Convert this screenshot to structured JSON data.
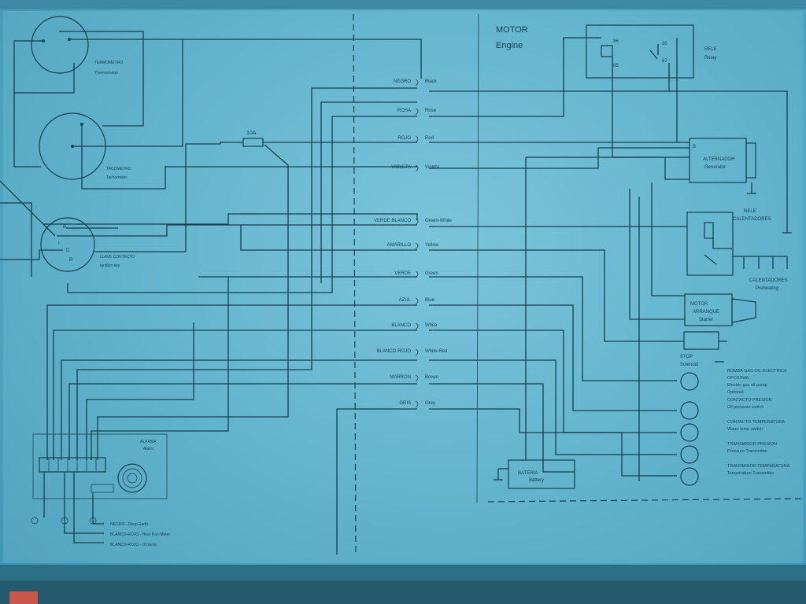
{
  "engine": {
    "title_es": "MOTOR",
    "title_en": "Engine"
  },
  "fuse_label": "10A",
  "relay": {
    "label_es": "RELE",
    "label_en": "Relay",
    "pins": [
      "86",
      "30",
      "85",
      "87"
    ]
  },
  "alternator": {
    "label_es": "ALTERNADOR",
    "label_en": "Generator",
    "pin": "B"
  },
  "preheat_relay": {
    "label_es": "RELE",
    "label_en": "CALENTADORES"
  },
  "heaters": {
    "label_es": "CALENTADORES",
    "label_en": "Preheating"
  },
  "starter": {
    "label_es": "MOTOR",
    "label_mid": "ARRANQUE",
    "label_en": "Starter"
  },
  "stop": {
    "label_es": "STOP",
    "label_en": "Solenoid"
  },
  "battery": {
    "label_es": "BATERIA",
    "label_en": "Battery"
  },
  "sensors": [
    {
      "es": "BOMBA GAS-OIL ELECTRICA",
      "es2": "OPCIONAL",
      "en": "Electric gas oil pump",
      "en2": "Optional"
    },
    {
      "es": "CONTACTO PRESION",
      "en": "Oil pressure switch"
    },
    {
      "es": "CONTACTO TEMPERATURA",
      "en": "Water temp switch"
    },
    {
      "es": "TRANSMISOR PRESION",
      "en": "Pressure Transmitter"
    },
    {
      "es": "TRANSMISOR TEMPERATURA",
      "en": "Temperature Transmitter"
    }
  ],
  "gauges": [
    {
      "es": "TERMOMETRO",
      "en": "Thermometer"
    },
    {
      "es": "TACOMETRO",
      "en": "Tachometer"
    }
  ],
  "ignition": {
    "es": "LLAVE CONTACTO",
    "en": "Ignition key",
    "pins": [
      "B",
      "I",
      "D",
      "R"
    ]
  },
  "alarm": {
    "es": "ALARMA",
    "en": "Alarm"
  },
  "legend_lines": [
    "NEGRO - Deep Earth",
    "BLANCO-ROJO - Hour Run Meter",
    "BLANCO-ROJO - Oil temp"
  ],
  "wires": [
    {
      "es": "NEGRO",
      "en": "Black"
    },
    {
      "es": "ROSA",
      "en": "Rose"
    },
    {
      "es": "ROJO",
      "en": "Red"
    },
    {
      "es": "VIOLETA",
      "en": "Violeta"
    },
    {
      "es": "VERDE BLANCO",
      "en": "Green-White"
    },
    {
      "es": "AMARILLO",
      "en": "Yellow"
    },
    {
      "es": "VERDE",
      "en": "Green"
    },
    {
      "es": "AZUL",
      "en": "Blue"
    },
    {
      "es": "BLANCO",
      "en": "White"
    },
    {
      "es": "BLANCO-ROJO",
      "en": "White-Red"
    },
    {
      "es": "MARRON",
      "en": "Brown"
    },
    {
      "es": "GRIS",
      "en": "Grey"
    }
  ]
}
